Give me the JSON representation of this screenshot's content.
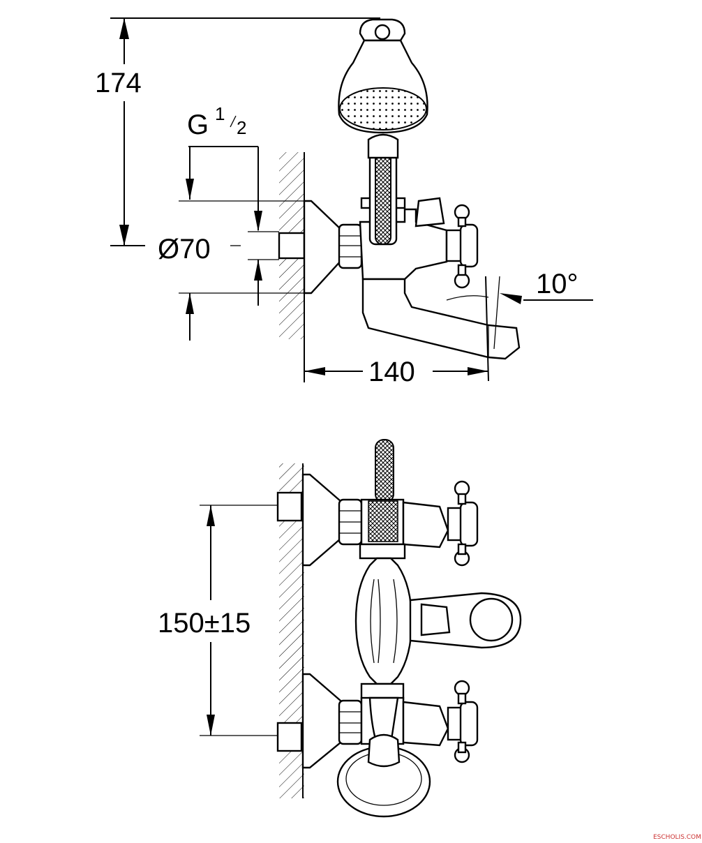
{
  "dimensions": {
    "height_top": "174",
    "thread_g": "G",
    "thread_frac_num": "1",
    "thread_frac_den": "2",
    "diameter": "Ø70",
    "angle": "10°",
    "projection": "140",
    "centers": "150±15"
  },
  "watermark": "ESCHOLIS.COM"
}
